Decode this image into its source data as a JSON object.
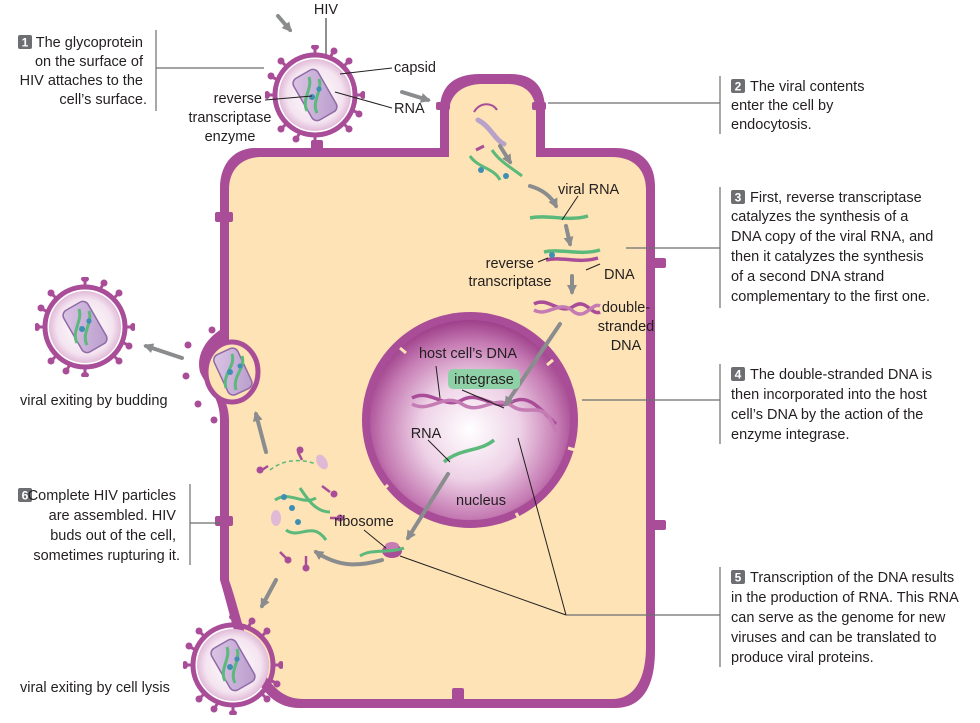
{
  "labels": {
    "hiv": "HIV",
    "capsid": "capsid",
    "rna_top": "RNA",
    "rt_top_1": "reverse",
    "rt_top_2": "transcriptase",
    "rt_top_3": "enzyme",
    "viral_rna": "viral RNA",
    "rt_mid_1": "reverse",
    "rt_mid_2": "transcriptase",
    "dna": "DNA",
    "ds_1": "double-",
    "ds_2": "stranded",
    "ds_3": "DNA",
    "host_dna": "host cell’s DNA",
    "integrase": "integrase",
    "rna_nucleus": "RNA",
    "nucleus": "nucleus",
    "ribosome": "ribosome",
    "budding": "viral exiting by budding",
    "lysis": "viral exiting by cell lysis"
  },
  "steps": [
    {
      "num": "1",
      "lines": [
        "The glycoprotein",
        "on the surface of",
        "HIV attaches to the",
        "cell’s surface."
      ]
    },
    {
      "num": "2",
      "lines": [
        "The viral contents",
        "enter the cell by",
        "endocytosis."
      ]
    },
    {
      "num": "3",
      "lines": [
        "First, reverse transcriptase",
        "catalyzes the synthesis of a",
        "DNA copy of the viral RNA, and",
        "then it catalyzes the synthesis",
        "of a second DNA strand",
        "complementary to the first one."
      ]
    },
    {
      "num": "4",
      "lines": [
        "The double-stranded DNA is",
        "then incorporated into the host",
        "cell’s DNA by the action of the",
        "enzyme integrase."
      ]
    },
    {
      "num": "5",
      "lines": [
        "Transcription of the DNA results",
        "in the production of RNA. This RNA",
        "can serve as the genome for new",
        "viruses and can be translated to",
        "produce viral proteins."
      ]
    },
    {
      "num": "6",
      "lines": [
        "Complete HIV particles",
        "are assembled. HIV",
        "buds out of the cell,",
        "sometimes rupturing it."
      ]
    }
  ],
  "colors": {
    "cytoplasm": "#fde3b5",
    "membrane": "#a94d98",
    "nucleus": "#b35a9c",
    "rna": "#5bb97b",
    "dna": "#a04591",
    "arrow": "#8a8c8e",
    "number_box": "#6d6e71"
  }
}
